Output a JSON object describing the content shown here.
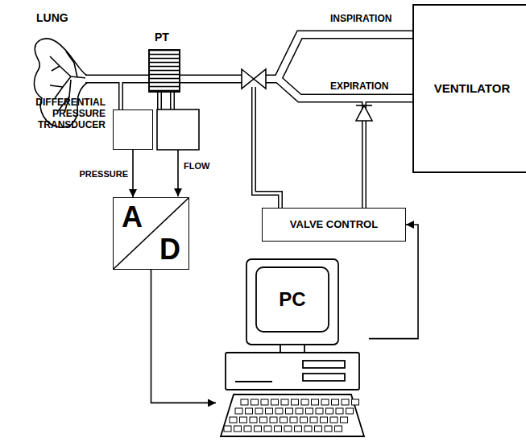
{
  "diagram": {
    "nodes": [
      {
        "text": [
          "VENTILATOR"
        ]
      },
      {
        "text": [
          "DIFFERENTIAL PRESSURE TRANSDUCER"
        ]
      },
      {
        "text": [
          "A",
          "D"
        ]
      },
      {
        "text": [
          "VALVE CONTROL"
        ]
      },
      {
        "text": [
          "PC"
        ]
      }
    ],
    "edges": [
      {
        "from": 1,
        "to": 2,
        "arrow": "to",
        "label": "PRESSURE"
      },
      {
        "from": 2,
        "to": 4,
        "arrow": "to"
      },
      {
        "from": 4,
        "to": 3,
        "arrow": "to"
      }
    ],
    "labels": [
      "LUNG",
      "PT",
      "INSPIRATION",
      "EXPIRATION",
      "FLOW"
    ]
  }
}
